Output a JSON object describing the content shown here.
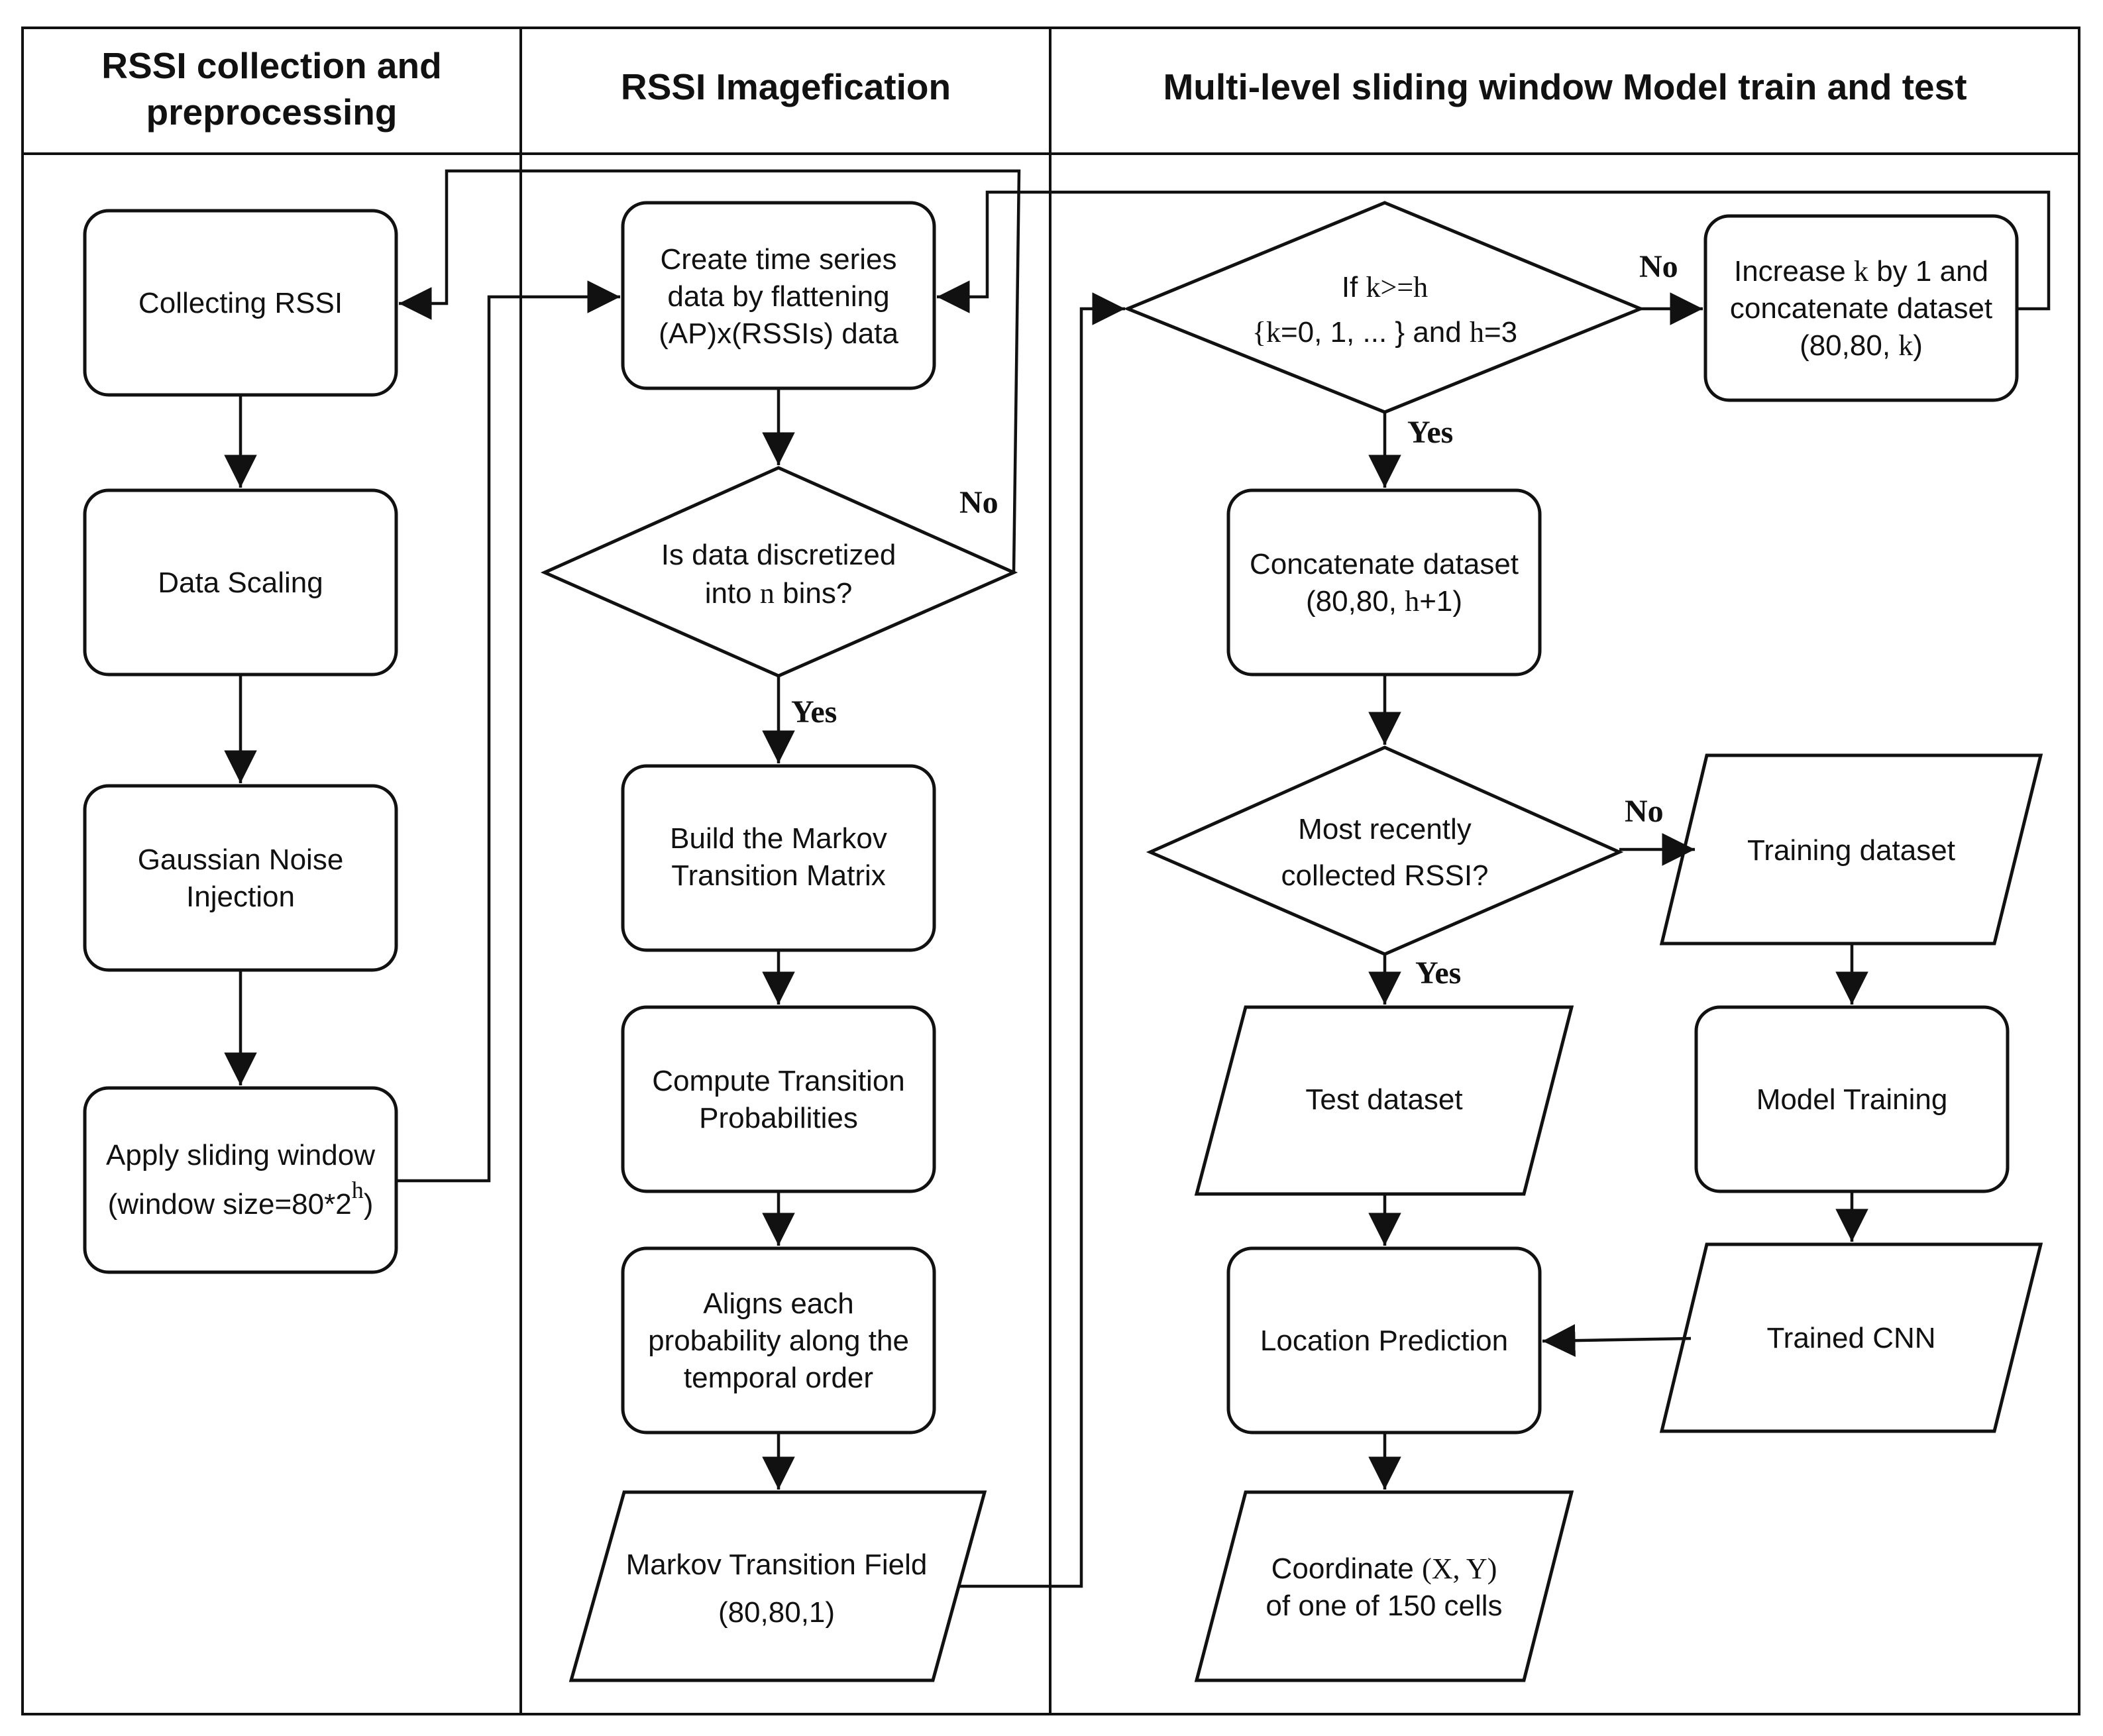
{
  "lanes": {
    "collection": "RSSI collection and preprocessing",
    "imagefication": "RSSI Imagefication",
    "model": "Multi-level sliding window Model train and test"
  },
  "nodes": {
    "collecting_rssi": "Collecting RSSI",
    "data_scaling": "Data Scaling",
    "gaussian_noise": "Gaussian Noise Injection",
    "apply_sliding_window": "Apply sliding window",
    "window_size_prefix": "(window size=80*2",
    "window_size_exp": "h",
    "window_size_suffix": ")",
    "create_time_series": "Create time series data by flattening (AP)x(RSSIs) data",
    "is_discretized_prefix": "Is data discretized",
    "is_discretized_into": "into",
    "is_discretized_var": "n",
    "is_discretized_suffix": "bins?",
    "build_markov": "Build the Markov Transition Matrix",
    "compute_transition": "Compute Transition Probabilities",
    "aligns_each": "Aligns each probability along the temporal order",
    "mtf_title": "Markov Transition Field",
    "mtf_shape": "(80,80,1)",
    "if_k_prefix": "If",
    "if_k_cond": "k>=h",
    "if_k_range_open": "{",
    "if_k_range_var": "k",
    "if_k_range_vals": "=0, 1, ... }",
    "if_k_and": "and",
    "if_k_h": "h",
    "if_k_h_val": "=3",
    "increase_k_prefix": "Increase",
    "increase_k_var": "k",
    "increase_k_suffix": "by 1 and",
    "increase_k_line2": "concatenate dataset",
    "increase_k_shape_prefix": "(80,80,",
    "increase_k_shape_var": "k",
    "increase_k_shape_suffix": ")",
    "concat_title": "Concatenate dataset",
    "concat_shape_prefix": "(80,80,",
    "concat_shape_var": "h",
    "concat_shape_suffix": "+1)",
    "most_recent_line1": "Most recently",
    "most_recent_line2": "collected RSSI?",
    "training_dataset": "Training dataset",
    "test_dataset": "Test dataset",
    "model_training": "Model Training",
    "trained_cnn": "Trained CNN",
    "location_prediction": "Location Prediction",
    "coordinate_prefix": "Coordinate",
    "coordinate_var": "(X, Y)",
    "coordinate_line2": "of one of 150 cells"
  },
  "edge_labels": {
    "no_discretized": "No",
    "yes_discretized": "Yes",
    "no_k": "No",
    "yes_k": "Yes",
    "no_recent": "No",
    "yes_recent": "Yes"
  }
}
